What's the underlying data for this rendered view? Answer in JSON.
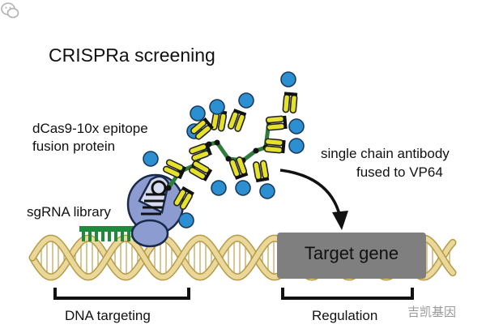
{
  "title": "CRISPRa screening",
  "labels": {
    "dcas9_line1": "dCas9-10x epitope",
    "dcas9_line2": "fusion protein",
    "sgrna": "sgRNA library",
    "scab_line1": "single chain antibody",
    "scab_line2": "fused to VP64",
    "target_gene": "Target gene",
    "dna_targeting": "DNA targeting",
    "regulation": "Regulation"
  },
  "watermark": {
    "text": "吉凯基因",
    "icon": "wechat-icon"
  },
  "colors": {
    "dna_strand": "#e9d89a",
    "dna_outline": "#b89a45",
    "dcas9": "#8c9cd0",
    "sgrna": "#1e8a3c",
    "epitope_chain": "#2e7d3a",
    "antibody_yellow": "#e6e12b",
    "vp64_blue": "#2b8fd1",
    "target_box": "#7f7f7f"
  }
}
